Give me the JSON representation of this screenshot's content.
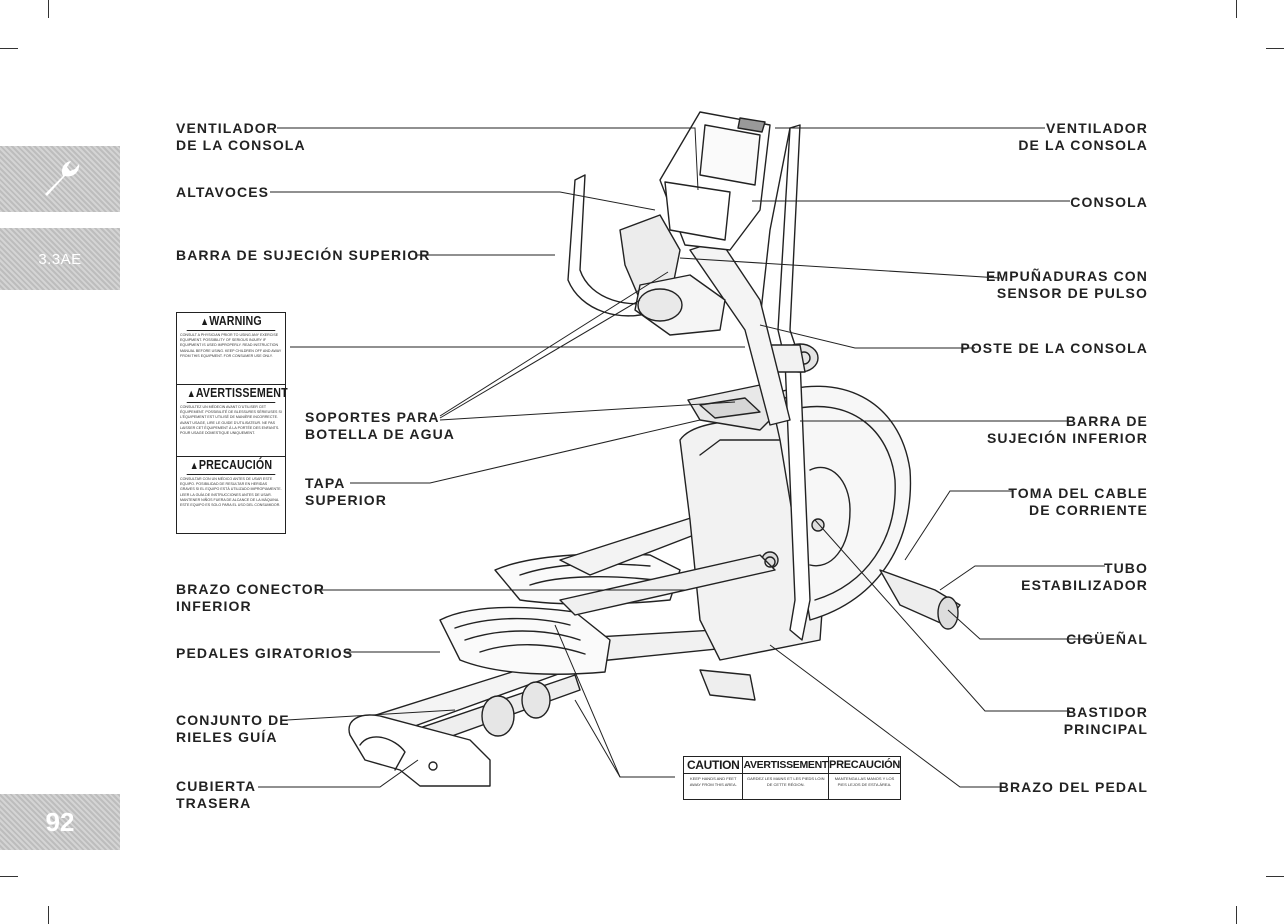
{
  "tabs": {
    "model": "3.3AE",
    "page_number": "92"
  },
  "labels": {
    "ventilador_left": [
      "VENTILADOR",
      "DE LA CONSOLA"
    ],
    "altavoces": [
      "ALTAVOCES"
    ],
    "barra_superior": [
      "BARRA DE SUJECIÓN SUPERIOR"
    ],
    "soportes": [
      "SOPORTES PARA",
      "BOTELLA DE AGUA"
    ],
    "tapa": [
      "TAPA",
      "SUPERIOR"
    ],
    "brazo_conector": [
      "BRAZO CONECTOR",
      "INFERIOR"
    ],
    "pedales": [
      "PEDALES GIRATORIOS"
    ],
    "rieles": [
      "CONJUNTO DE",
      "RIELES GUÍA"
    ],
    "cubierta": [
      "CUBIERTA",
      "TRASERA"
    ],
    "ventilador_right": [
      "VENTILADOR",
      "DE LA CONSOLA"
    ],
    "consola": [
      "CONSOLA"
    ],
    "empunaduras": [
      "EMPUÑADURAS CON",
      "SENSOR DE PULSO"
    ],
    "poste": [
      "POSTE DE LA CONSOLA"
    ],
    "barra_inferior": [
      "BARRA DE",
      "SUJECIÓN INFERIOR"
    ],
    "toma": [
      "TOMA DEL CABLE",
      "DE CORRIENTE"
    ],
    "tubo": [
      "TUBO",
      "ESTABILIZADOR"
    ],
    "ciguenal": [
      "CIGÜEÑAL"
    ],
    "bastidor": [
      "BASTIDOR",
      "PRINCIPAL"
    ],
    "brazo_pedal": [
      "BRAZO DEL PEDAL"
    ]
  },
  "warning_label": {
    "sections": [
      {
        "title": "WARNING",
        "text": "Consult a physician prior to using any exercise equipment. Possibility of serious injury if equipment is used improperly. Read instruction manual before using. Keep children off and away from this equipment. For consumer use only."
      },
      {
        "title": "AVERTISSEMENT",
        "text": "Consultez un médecin avant d'utiliser cet équipement. Possibilité de blessures sérieuses si l'équipement est utilisé de manière incorrecte. Avant usage, lire le guide d'utilisateur. Ne pas laisser cet équipement à la portée des enfants. Pour usage domestique uniquement."
      },
      {
        "title": "PRECAUCIÓN",
        "text": "Consultar con un médico antes de usar este equipo. Posibilidad de resultar en heridas graves si el equipo está utilizado impropiamente. Leer la guía de instrucciones antes de usar. Mantener niños fuera de alcance de la máquina. Este equipo es solo para el uso del consumidor."
      }
    ]
  },
  "caution_label": {
    "sections": [
      {
        "title": "CAUTION",
        "text": "Keep hands and feet away from this area."
      },
      {
        "title": "AVERTISSEMENT",
        "text": "Gardez les mains et les pieds loin de cette région."
      },
      {
        "title": "PRECAUCIÓN",
        "text": "Mantenga las manos y los pies lejos de esta área."
      }
    ]
  },
  "colors": {
    "tab_gray": "#bdbdbd",
    "ink": "#222222"
  }
}
